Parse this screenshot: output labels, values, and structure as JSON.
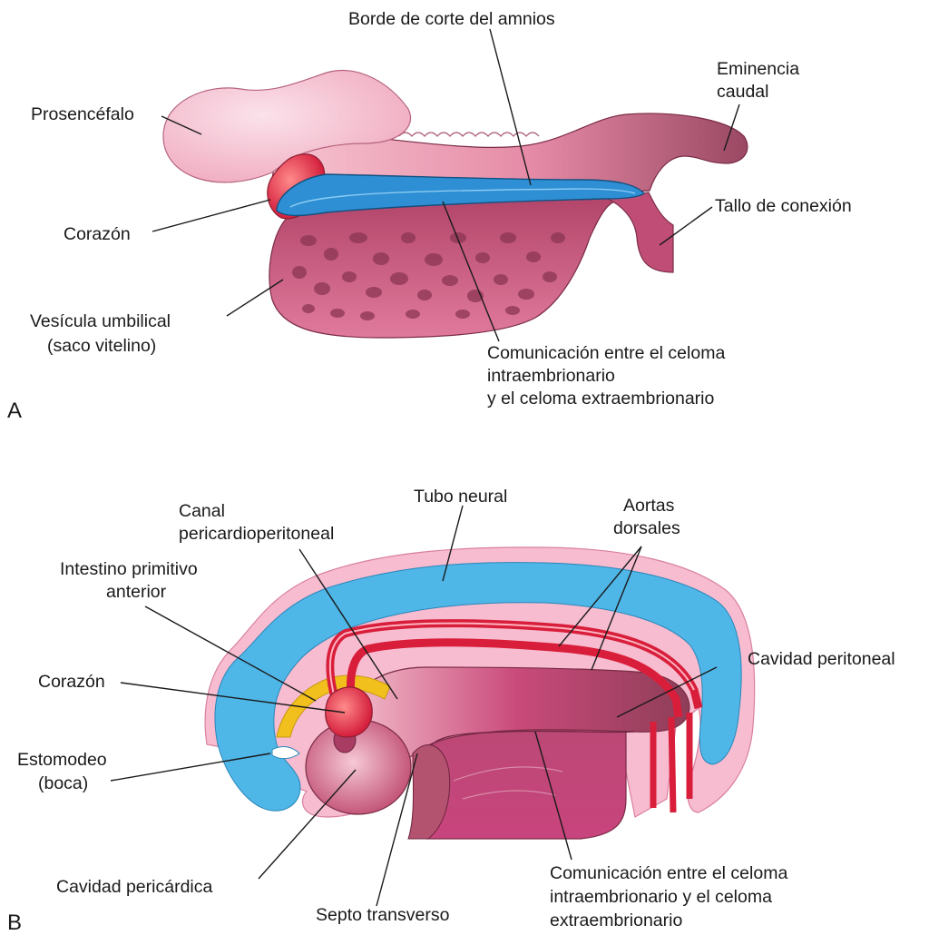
{
  "panel_a": {
    "letter": "A",
    "labels": {
      "borde_amnios": "Borde de corte del amnios",
      "eminencia_1": "Eminencia",
      "eminencia_2": "caudal",
      "prosencefalo": "Prosencéfalo",
      "corazon": "Corazón",
      "tallo": "Tallo de conexión",
      "vesicula_1": "Vesícula umbilical",
      "vesicula_2": "(saco vitelino)",
      "comunicacion_1": "Comunicación entre el celoma",
      "comunicacion_2": "intraembrionario",
      "comunicacion_3": "y el celoma extraembrionario"
    }
  },
  "panel_b": {
    "letter": "B",
    "labels": {
      "canal_1": "Canal",
      "canal_2": "pericardioperitoneal",
      "tubo_neural": "Tubo neural",
      "aortas_1": "Aortas",
      "aortas_2": "dorsales",
      "intestino_1": "Intestino primitivo",
      "intestino_2": "anterior",
      "corazon": "Corazón",
      "cavidad_peritoneal": "Cavidad peritoneal",
      "estomodeo_1": "Estomodeo",
      "estomodeo_2": "(boca)",
      "cavidad_pericardica": "Cavidad pericárdica",
      "septo": "Septo transverso",
      "comunicacion_1": "Comunicación entre el celoma",
      "comunicacion_2": "intraembrionario y el celoma",
      "comunicacion_3": "extraembrionario"
    }
  },
  "colors": {
    "skin": "#f2b9c8",
    "skin_dark": "#b04d6a",
    "body_mauve": "#a4536b",
    "yolk": "#c0486e",
    "amnion_blue": "#2f8fd4",
    "neural_blue": "#4fb6e8",
    "aorta_red": "#d81e3a",
    "heart_red": "#e02846",
    "yellow": "#f2c01c",
    "outline_pink": "#f5b6cc"
  }
}
